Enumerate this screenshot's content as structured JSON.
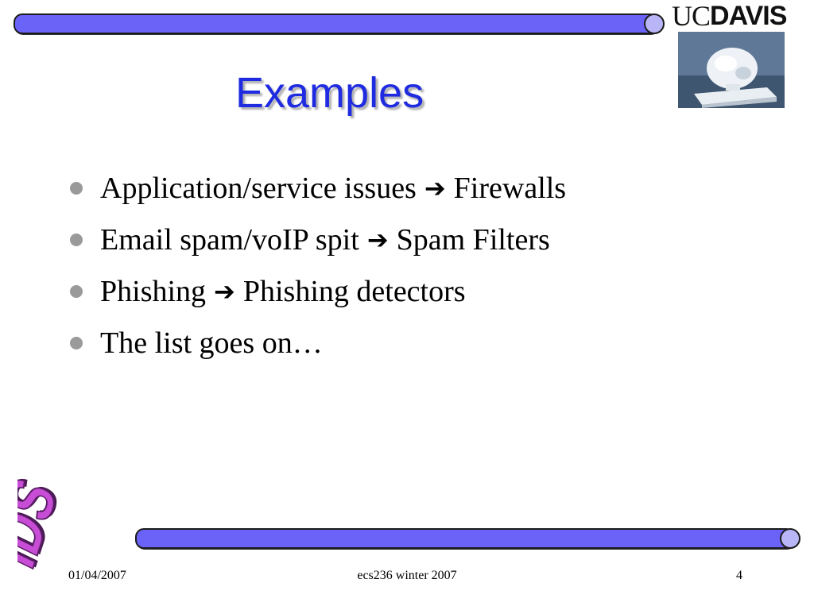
{
  "logo": {
    "uc": "UC",
    "davis": "DAVIS"
  },
  "slide": {
    "title": "Examples",
    "bullets": [
      {
        "before": "Application/service issues",
        "after": "Firewalls"
      },
      {
        "before": "Email spam/voIP spit",
        "after": "Spam Filters"
      },
      {
        "before": "Phishing",
        "after": "Phishing detectors"
      },
      {
        "before": "The list goes on…",
        "after": null
      }
    ],
    "arrow_icon": "right-arrow-icon"
  },
  "ids_logo": "IDS",
  "footer": {
    "date": "01/04/2007",
    "course": "ecs236 winter 2007",
    "page": "4"
  },
  "colors": {
    "title": "#1F2BE0",
    "bar": "#6B63F7",
    "knob": "#B9B6F8",
    "ids": "#C84DD6"
  }
}
